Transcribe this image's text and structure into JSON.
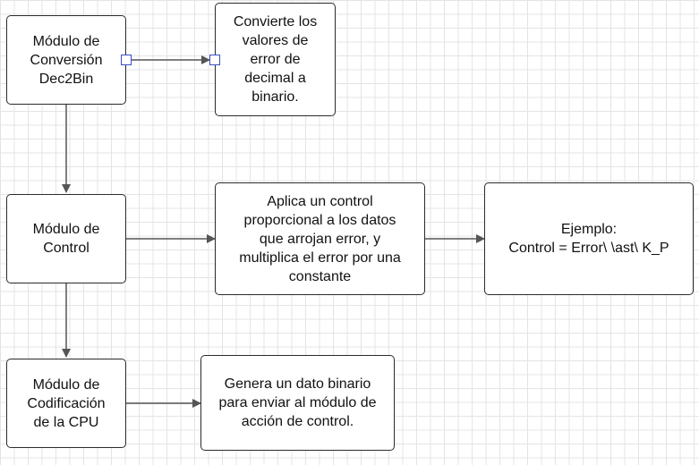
{
  "nodes": {
    "dec2bin": "Módulo de\nConversión\nDec2Bin",
    "dec2bin_desc": "Convierte los\nvalores de\nerror de\ndecimal a\nbinario.",
    "control": "Módulo de\nControl",
    "control_desc": "Aplica un control\nproporcional a los datos\nque arrojan error, y\nmultiplica el error por una\nconstante",
    "example": "Ejemplo:\nControl = Error\\ \\ast\\ K_P",
    "codif": "Módulo de\nCodificación\nde la CPU",
    "codif_desc": "Genera un dato binario\npara enviar al módulo de\nacción de control."
  },
  "colors": {
    "border": "#2b2b2b",
    "arrow": "#555555",
    "handle": "#3b4fc4",
    "grid": "#e4e4e4"
  }
}
